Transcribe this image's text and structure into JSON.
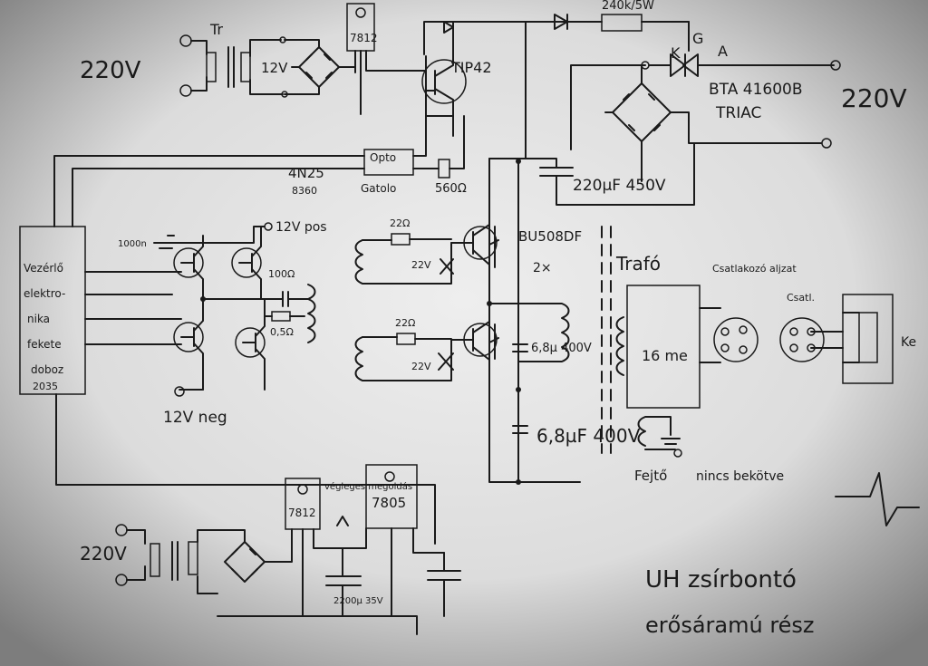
{
  "labels": {
    "mains_in": "220V",
    "tr": "Tr",
    "sec_12v": "12V",
    "reg_7812_top": "7812",
    "tip": "TIP42",
    "res_240k": "240k/5W",
    "triac_g": "G",
    "triac_a": "A",
    "triac_k": "K",
    "triac_name": "BTA 41600B",
    "triac_type": "TRIAC",
    "mains_out": "220V",
    "opto": "Opto",
    "opto_name": "4N25",
    "opto_code": "8360",
    "gatolo": "Gatolo",
    "res_560": "560Ω",
    "cap_220u": "220µF 450V",
    "pos12": "12V pos",
    "cap_100n": "1000n",
    "ctrl_block": [
      "Vezérlő",
      "elektro-",
      "nika",
      "fekete",
      "doboz",
      "2035"
    ],
    "res_100": "100Ω",
    "res_05": "0,5Ω",
    "neg12": "12V neg",
    "res_22_a": "22Ω",
    "res_22_b": "22Ω",
    "zen_22_a": "22V",
    "zen_22_b": "22V",
    "bu508": "BU508DF",
    "times2": "2×",
    "cap_68_a": "6,8µ 400V",
    "cap_68_b": "6,8µF 400V",
    "trafo": "Trafó",
    "trafo_turns": "16 me",
    "csatlakozo": "Csatlakozó aljzat",
    "csatl_dugo": "Csatl.",
    "head_abbr": "Ke",
    "fejto": "Fejtő",
    "nincs": "nincs bekötve",
    "mains_psu": "220V",
    "reg_7812_bot": "7812",
    "vegleges": "végleges megoldás",
    "reg_7805": "7805",
    "cap_2200": "2200µ 35V",
    "title_1": "UH zsírbontó",
    "title_2": "erősáramú rész"
  }
}
